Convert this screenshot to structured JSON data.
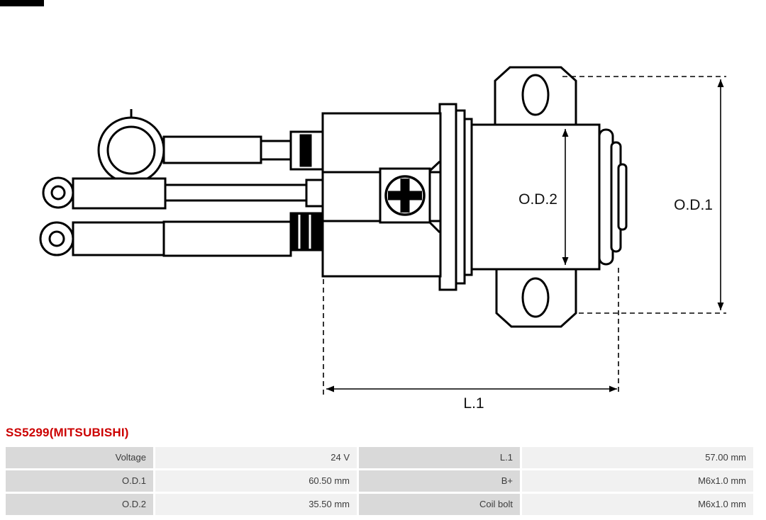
{
  "page": {
    "background": "#ffffff",
    "accent_red": "#cc0000",
    "table_label_bg": "#d9d9d9",
    "table_value_bg": "#f1f1f1",
    "line_color": "#000000"
  },
  "diagram": {
    "labels": {
      "od1": "O.D.1",
      "od2": "O.D.2",
      "l1": "L.1"
    }
  },
  "product": {
    "title": "SS5299(MITSUBISHI)"
  },
  "spec_table": {
    "rows": [
      {
        "label1": "Voltage",
        "value1": "24 V",
        "label2": "L.1",
        "value2": "57.00 mm"
      },
      {
        "label1": "O.D.1",
        "value1": "60.50 mm",
        "label2": "B+",
        "value2": "M6x1.0 mm"
      },
      {
        "label1": "O.D.2",
        "value1": "35.50 mm",
        "label2": "Coil bolt",
        "value2": "M6x1.0 mm"
      }
    ]
  }
}
